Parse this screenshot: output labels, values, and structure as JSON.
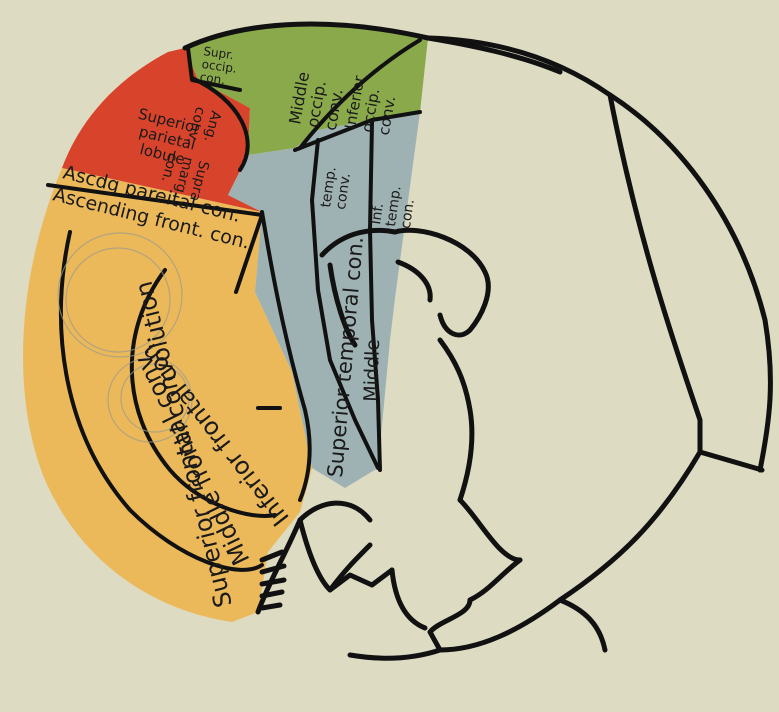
{
  "colors": {
    "background": "#dedbc3",
    "frontal": "#ecb95a",
    "parietal": "#d8432b",
    "occipital": "#8aa94a",
    "temporal": "#9fb2b3",
    "outline": "#111111"
  },
  "labels": {
    "superior_frontal": "Superior frontal convolution",
    "middle_frontal": "Middle frontal conv.",
    "inferior_frontal": "Inferior frontal con.",
    "ascending_frontal": "Ascending front. con.",
    "ascending_parietal": "Ascdg pareital con.",
    "superior_parietal": [
      "Superior",
      "parietal",
      "lobule"
    ],
    "supra_marginal": [
      "Supra",
      "marg.",
      "con."
    ],
    "angular": [
      "Ang.",
      "conv."
    ],
    "superior_occipital": [
      "Supr.",
      "occip.",
      "con."
    ],
    "middle_occipital": [
      "Middle",
      "occip.",
      "conv."
    ],
    "inferior_occipital": [
      "Inferior",
      "occip.",
      "conv."
    ],
    "superior_temporal": "Superior temporal con.",
    "middle_temporal": "Middle",
    "middle_temporal_conv": [
      "temp.",
      "conv."
    ],
    "inferior_temporal": [
      "Inf.",
      "temp.",
      "con."
    ]
  }
}
